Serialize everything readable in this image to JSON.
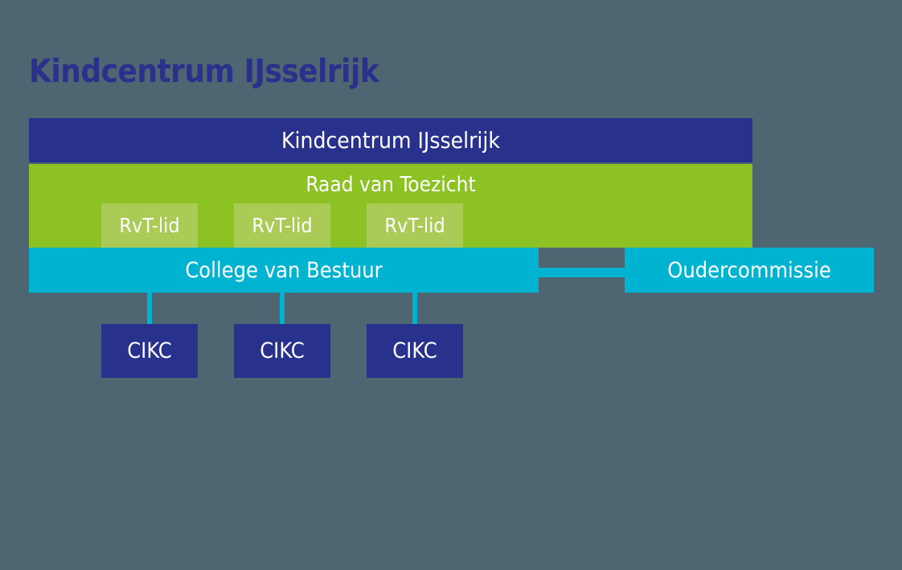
{
  "page": {
    "title": "Kindcentrum IJsselrijk",
    "background_color": "#4d6671"
  },
  "colors": {
    "dark_blue": "#28318c",
    "green": "#8cc224",
    "light_green": "#aacb55",
    "cyan": "#00b3d0",
    "background": "#4d6671",
    "text_on_fill": "#ffffff"
  },
  "chart_data": {
    "type": "diagram",
    "title": "Kindcentrum IJsselrijk",
    "subtype": "organizational-chart",
    "nodes": [
      {
        "id": "org",
        "label": "Kindcentrum IJsselrijk",
        "level": 0,
        "color": "#28318c"
      },
      {
        "id": "board",
        "label": "Raad van Toezicht",
        "level": 1,
        "color": "#8cc224"
      },
      {
        "id": "member1",
        "label": "RvT-lid",
        "level": 2,
        "color": "#aacb55",
        "parent": "board"
      },
      {
        "id": "member2",
        "label": "RvT-lid",
        "level": 2,
        "color": "#aacb55",
        "parent": "board"
      },
      {
        "id": "member3",
        "label": "RvT-lid",
        "level": 2,
        "color": "#aacb55",
        "parent": "board"
      },
      {
        "id": "exec",
        "label": "College van Bestuur",
        "level": 3,
        "color": "#00b3d0",
        "parent": "board"
      },
      {
        "id": "parents",
        "label": "Oudercommissie",
        "level": 3,
        "color": "#00b3d0",
        "linked_to": "exec"
      },
      {
        "id": "unit1",
        "label": "CIKC",
        "level": 4,
        "color": "#28318c",
        "parent": "exec"
      },
      {
        "id": "unit2",
        "label": "CIKC",
        "level": 4,
        "color": "#28318c",
        "parent": "exec"
      },
      {
        "id": "unit3",
        "label": "CIKC",
        "level": 4,
        "color": "#28318c",
        "parent": "exec"
      }
    ],
    "edges": [
      {
        "from": "exec",
        "to": "parents",
        "style": "horizontal"
      },
      {
        "from": "exec",
        "to": "unit1",
        "style": "vertical"
      },
      {
        "from": "exec",
        "to": "unit2",
        "style": "vertical"
      },
      {
        "from": "exec",
        "to": "unit3",
        "style": "vertical"
      }
    ]
  },
  "organization": {
    "name": "Kindcentrum IJsselrijk"
  },
  "supervisory_board": {
    "title": "Raad van Toezicht",
    "members": [
      {
        "label": "RvT-lid"
      },
      {
        "label": "RvT-lid"
      },
      {
        "label": "RvT-lid"
      }
    ]
  },
  "executive_board": {
    "label": "College van Bestuur"
  },
  "parents_committee": {
    "label": "Oudercommissie"
  },
  "child_centres": [
    {
      "label": "CIKC"
    },
    {
      "label": "CIKC"
    },
    {
      "label": "CIKC"
    }
  ]
}
